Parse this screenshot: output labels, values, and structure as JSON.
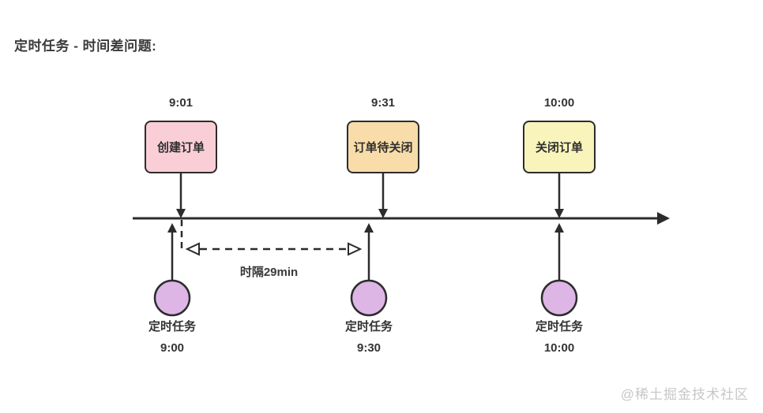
{
  "title": "定时任务 - 时间差问题:",
  "watermark": "@稀土掘金技术社区",
  "colors": {
    "line": "#2c2c2c",
    "text": "#333333",
    "event_create_fill": "#f9ced7",
    "event_pending_fill": "#f8dca9",
    "event_close_fill": "#f8f4bb",
    "task_circle_fill": "#ddb6e6",
    "watermark_text": "#c7c7c7"
  },
  "timeline": {
    "events": [
      {
        "time": "9:01",
        "label": "创建订单",
        "fill": "#f9ced7"
      },
      {
        "time": "9:31",
        "label": "订单待关闭",
        "fill": "#f8dca9"
      },
      {
        "time": "10:00",
        "label": "关闭订单",
        "fill": "#f8f4bb"
      }
    ],
    "tasks": [
      {
        "label": "定时任务",
        "time": "9:00"
      },
      {
        "label": "定时任务",
        "time": "9:30"
      },
      {
        "label": "定时任务",
        "time": "10:00"
      }
    ],
    "interval_label": "时隔29min"
  }
}
